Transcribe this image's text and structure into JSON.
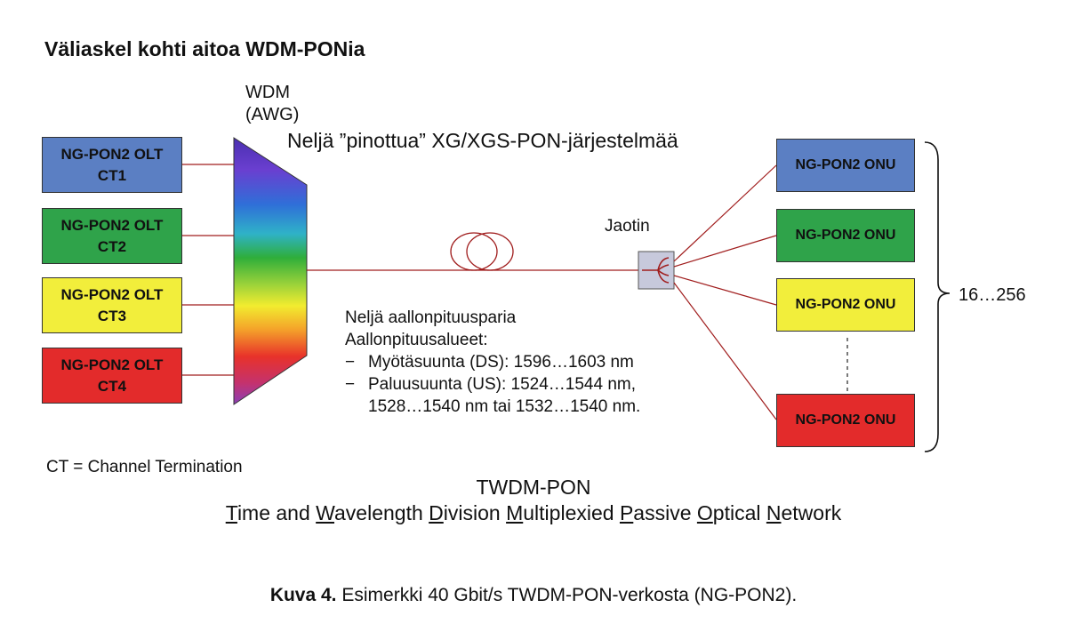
{
  "title": "Väliaskel kohti aitoa WDM-PONia",
  "wdm_label_line1": "WDM",
  "wdm_label_line2": "(AWG)",
  "stacked_systems": "Neljä ”pinottua” XG/XGS-PON-järjestelmää",
  "splitter_label": "Jaotin",
  "onu_count_range": "16…256",
  "olts": [
    {
      "line1": "NG-PON2 OLT",
      "line2": "CT1",
      "color": "#5b7fc3"
    },
    {
      "line1": "NG-PON2 OLT",
      "line2": "CT2",
      "color": "#2fa34a"
    },
    {
      "line1": "NG-PON2 OLT",
      "line2": "CT3",
      "color": "#f2ee3b"
    },
    {
      "line1": "NG-PON2 OLT",
      "line2": "CT4",
      "color": "#e32b2b"
    }
  ],
  "onus": [
    {
      "label": "NG-PON2 ONU",
      "color": "#5b7fc3"
    },
    {
      "label": "NG-PON2 ONU",
      "color": "#2fa34a"
    },
    {
      "label": "NG-PON2 ONU",
      "color": "#f2ee3b"
    },
    {
      "label": "NG-PON2 ONU",
      "color": "#e32b2b"
    }
  ],
  "wavelength_notes": {
    "line1": "Neljä aallonpituusparia",
    "line2": "Aallonpituusalueet:",
    "dash": "−",
    "ds": "Myötäsuunta (DS): 1596…1603 nm",
    "us_line1": "Paluusuunta (US): 1524…1544 nm,",
    "us_line2": "1528…1540 nm tai 1532…1540 nm."
  },
  "ct_note": "CT = Channel Termination",
  "twdm_acronym": "TWDM-PON",
  "twdm_expansion": [
    {
      "initial": "T",
      "rest": "ime and "
    },
    {
      "initial": "W",
      "rest": "avelength "
    },
    {
      "initial": "D",
      "rest": "ivision "
    },
    {
      "initial": "M",
      "rest": "ultiplexied "
    },
    {
      "initial": "P",
      "rest": "assive "
    },
    {
      "initial": "O",
      "rest": "ptical "
    },
    {
      "initial": "N",
      "rest": "etwork"
    }
  ],
  "caption_bold": "Kuva 4.",
  "caption_text": " Esimerkki 40 Gbit/s TWDM-PON-verkosta (NG-PON2).",
  "colors": {
    "line": "#a01d1d",
    "splitter_fill": "#c7c9dc"
  }
}
